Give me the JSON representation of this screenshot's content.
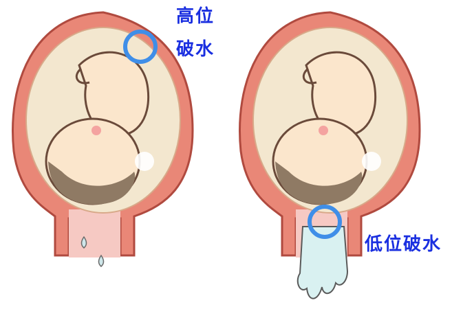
{
  "labels": {
    "high_rupture_line1": "高位",
    "high_rupture_line2": "破水",
    "low_rupture": "低位破水"
  },
  "colors": {
    "label_text": "#1a2fe0",
    "highlight_circle": "#3f8ee8",
    "uterus_wall": "#e98777",
    "uterus_outline": "#b04a3f",
    "amniotic_fluid": "#f3e7cf",
    "baby_skin": "#fbe6cc",
    "baby_hair": "#8f7a64",
    "leaking_fluid": "#d9f1f1"
  }
}
